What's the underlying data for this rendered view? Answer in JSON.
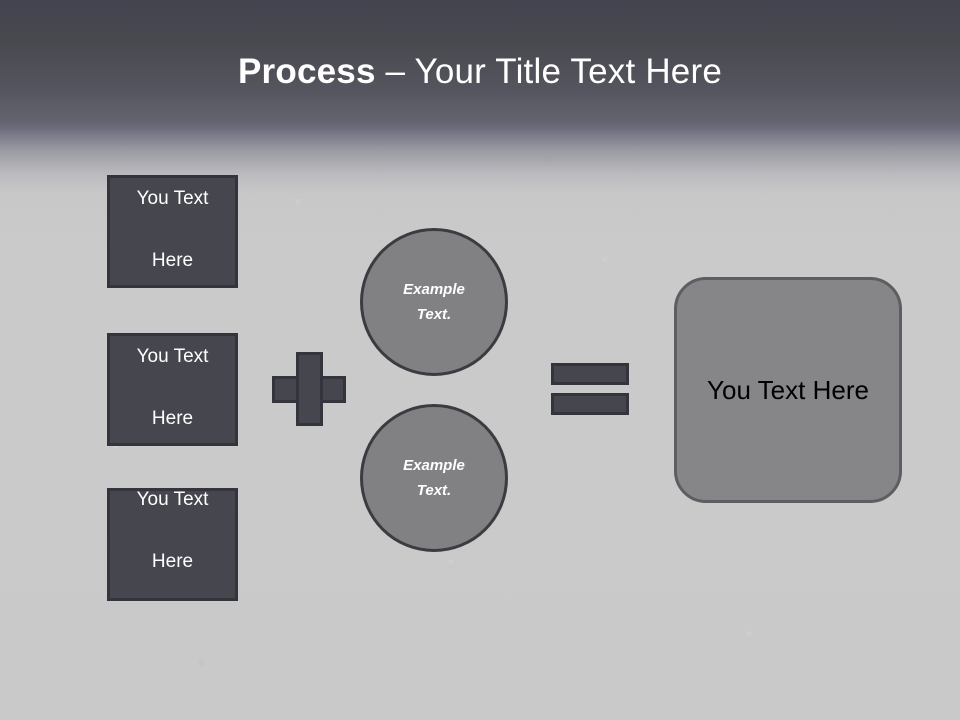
{
  "slide": {
    "title": {
      "bold_part": "Process",
      "rest_part": " – Your Title Text Here",
      "full": "Process – Your Title Text Here"
    },
    "inputs": [
      {
        "line1": "You Text",
        "line2": "Here"
      },
      {
        "line1": "You Text",
        "line2": "Here"
      },
      {
        "line1": "You Text",
        "line2": "Here"
      }
    ],
    "operators": {
      "plus": "+",
      "equals": "="
    },
    "circles": [
      {
        "line1": "Example",
        "line2": "Text."
      },
      {
        "line1": "Example",
        "line2": "Text."
      }
    ],
    "result": {
      "label": "You Text Here"
    },
    "colors": {
      "header_top": "#444450",
      "header_bottom": "#68687a",
      "background": "#c9c9c9",
      "box_fill": "#46464e",
      "box_border": "#34343c",
      "circle_fill": "#818183",
      "circle_border": "#3b3b41",
      "result_fill": "#868688",
      "result_border": "#5e5e62",
      "title_text": "#ffffff",
      "box_text": "#ffffff",
      "result_text": "#000000"
    }
  }
}
